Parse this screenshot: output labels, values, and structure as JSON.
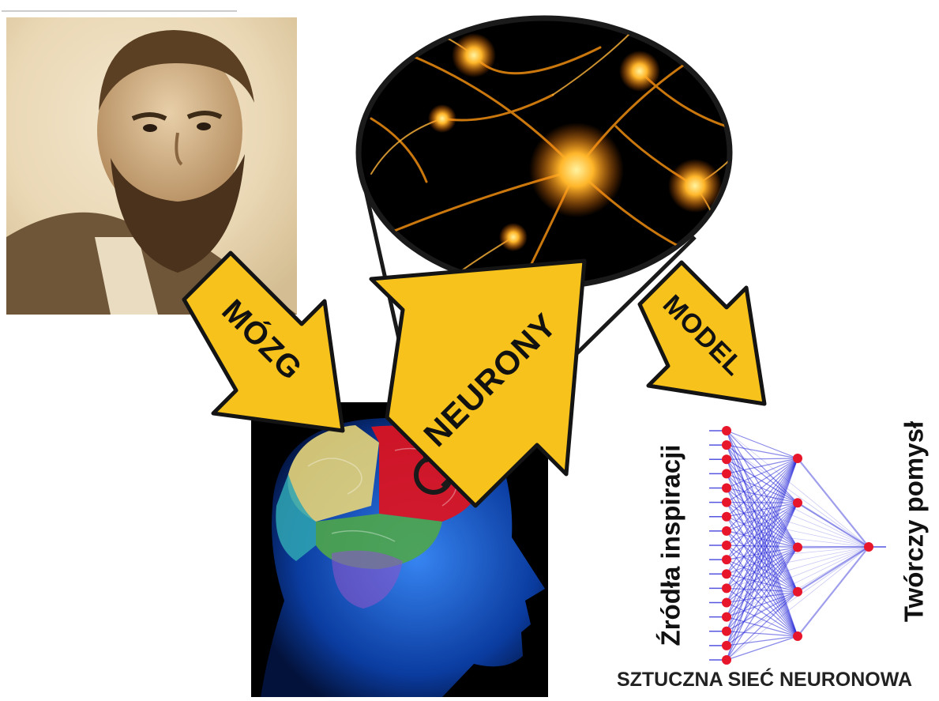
{
  "arrows": {
    "brain": "MÓZG",
    "neurons": "NEURONY",
    "model": "MODEL"
  },
  "network": {
    "inputs_label": "Źródła inspiracji",
    "output_label": "Twórczy pomysł",
    "caption": "SZTUCZNA SIEĆ NEURONOWA",
    "input_count": 17,
    "hidden_count": 5,
    "output_count": 1
  },
  "colors": {
    "arrow_fill": "#f6c21b",
    "neuron_glow": "#ff9a1a",
    "node": "#e8162a",
    "edge": "#2b2bd9",
    "brain_bg": "#000000"
  },
  "icons": {
    "portrait": "bearded-man-portrait",
    "neurons": "glowing-neuron-cells",
    "brain": "human-head-brain-scan"
  }
}
